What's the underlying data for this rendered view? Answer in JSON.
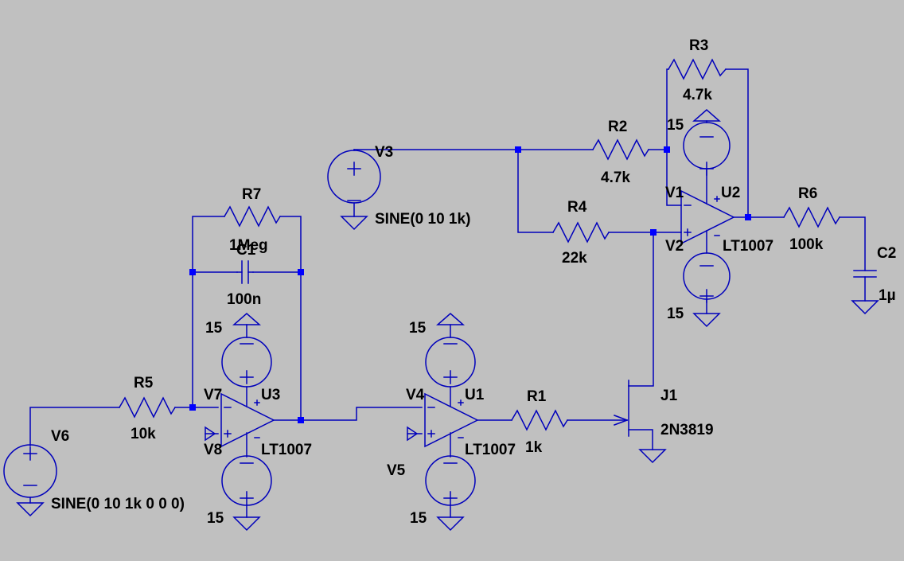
{
  "colors": {
    "background": "#c0c0c0",
    "wire": "#0000bb",
    "junction": "#0000ff",
    "text": "#000000"
  },
  "components": {
    "R1": {
      "ref": "R1",
      "value": "1k"
    },
    "R2": {
      "ref": "R2",
      "value": "4.7k"
    },
    "R3": {
      "ref": "R3",
      "value": "4.7k"
    },
    "R4": {
      "ref": "R4",
      "value": "22k"
    },
    "R5": {
      "ref": "R5",
      "value": "10k"
    },
    "R6": {
      "ref": "R6",
      "value": "100k"
    },
    "R7": {
      "ref": "R7",
      "value": "1Meg"
    },
    "C1": {
      "ref": "C1",
      "value": "100n"
    },
    "C2": {
      "ref": "C2",
      "value": "1µ"
    },
    "U1": {
      "ref": "U1",
      "value": "LT1007"
    },
    "U2": {
      "ref": "U2",
      "value": "LT1007"
    },
    "U3": {
      "ref": "U3",
      "value": "LT1007"
    },
    "J1": {
      "ref": "J1",
      "value": "2N3819"
    },
    "V1": {
      "ref": "V1",
      "value": "15"
    },
    "V2": {
      "ref": "V2",
      "value": "15"
    },
    "V3": {
      "ref": "V3",
      "value": "SINE(0 10 1k)"
    },
    "V4": {
      "ref": "V4",
      "value": "15"
    },
    "V5": {
      "ref": "V5",
      "value": "15"
    },
    "V6": {
      "ref": "V6",
      "value": "SINE(0 10 1k 0 0 0)"
    },
    "V7": {
      "ref": "V7",
      "value": "15"
    },
    "V8": {
      "ref": "V8",
      "value": "15"
    }
  }
}
